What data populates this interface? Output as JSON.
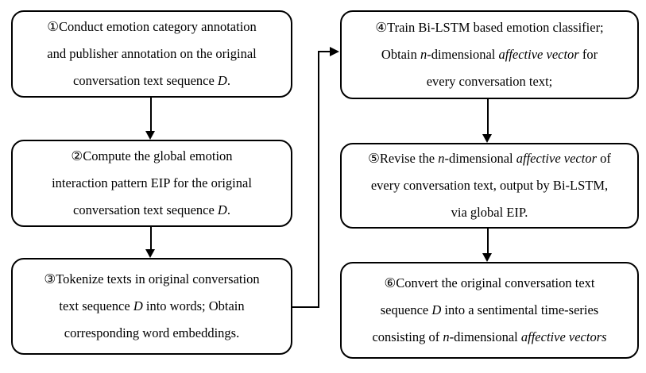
{
  "colors": {
    "border": "#000000",
    "background": "#ffffff",
    "text": "#000000"
  },
  "boxes": [
    {
      "step": "1",
      "lines": [
        [
          {
            "text": "①Conduct emotion category annotation"
          }
        ],
        [
          {
            "text": "and publisher annotation on the original"
          }
        ],
        [
          {
            "text": "conversation text sequence "
          },
          {
            "text": "D",
            "italic": true
          },
          {
            "text": "."
          }
        ]
      ]
    },
    {
      "step": "2",
      "lines": [
        [
          {
            "text": "②Compute the global emotion"
          }
        ],
        [
          {
            "text": "interaction pattern EIP for the original"
          }
        ],
        [
          {
            "text": "conversation text sequence "
          },
          {
            "text": "D",
            "italic": true
          },
          {
            "text": "."
          }
        ]
      ]
    },
    {
      "step": "3",
      "lines": [
        [
          {
            "text": "③Tokenize texts in original conversation"
          }
        ],
        [
          {
            "text": "text sequence "
          },
          {
            "text": "D",
            "italic": true
          },
          {
            "text": " into words; Obtain"
          }
        ],
        [
          {
            "text": "corresponding word embeddings."
          }
        ]
      ]
    },
    {
      "step": "4",
      "lines": [
        [
          {
            "text": "④Train Bi-LSTM based emotion classifier;"
          }
        ],
        [
          {
            "text": "Obtain "
          },
          {
            "text": "n",
            "italic": true
          },
          {
            "text": "-dimensional "
          },
          {
            "text": "affective vector",
            "italic": true
          },
          {
            "text": " for"
          }
        ],
        [
          {
            "text": "every conversation text;"
          }
        ]
      ]
    },
    {
      "step": "5",
      "lines": [
        [
          {
            "text": "⑤Revise the "
          },
          {
            "text": "n",
            "italic": true
          },
          {
            "text": "-dimensional "
          },
          {
            "text": "affective vector",
            "italic": true
          },
          {
            "text": " of"
          }
        ],
        [
          {
            "text": "every conversation text, output by Bi-LSTM,"
          }
        ],
        [
          {
            "text": "via global EIP."
          }
        ]
      ]
    },
    {
      "step": "6",
      "lines": [
        [
          {
            "text": "⑥Convert the original conversation text"
          }
        ],
        [
          {
            "text": "sequence "
          },
          {
            "text": "D",
            "italic": true
          },
          {
            "text": " into a sentimental time-series"
          }
        ],
        [
          {
            "text": "consisting of "
          },
          {
            "text": "n",
            "italic": true
          },
          {
            "text": "-dimensional "
          },
          {
            "text": "affective vectors",
            "italic": true
          }
        ]
      ]
    }
  ]
}
